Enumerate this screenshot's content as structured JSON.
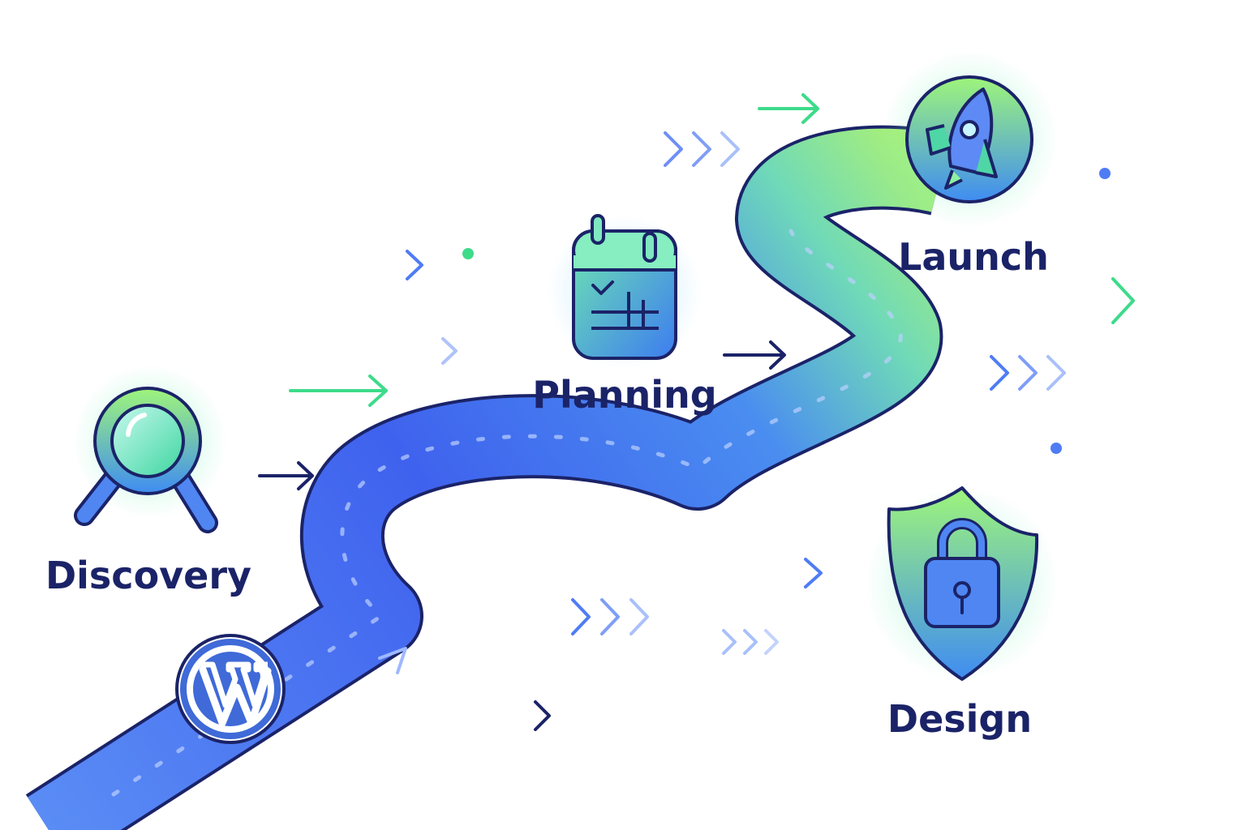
{
  "stages": {
    "discovery": {
      "label": "Discovery",
      "icon": "magnifier-icon"
    },
    "planning": {
      "label": "Planning",
      "icon": "calendar-icon"
    },
    "launch": {
      "label": "Launch",
      "icon": "rocket-icon"
    },
    "design": {
      "label": "Design",
      "icon": "shield-lock-icon"
    }
  },
  "start_icon": "wordpress-icon",
  "colors": {
    "road_start": "#3f62ee",
    "road_mid": "#3d7cf0",
    "road_end": "#aef56a",
    "outline": "#1b2368",
    "accent_green": "#3ddb8a",
    "accent_blue": "#4f7cf5",
    "label": "#1b2368"
  }
}
